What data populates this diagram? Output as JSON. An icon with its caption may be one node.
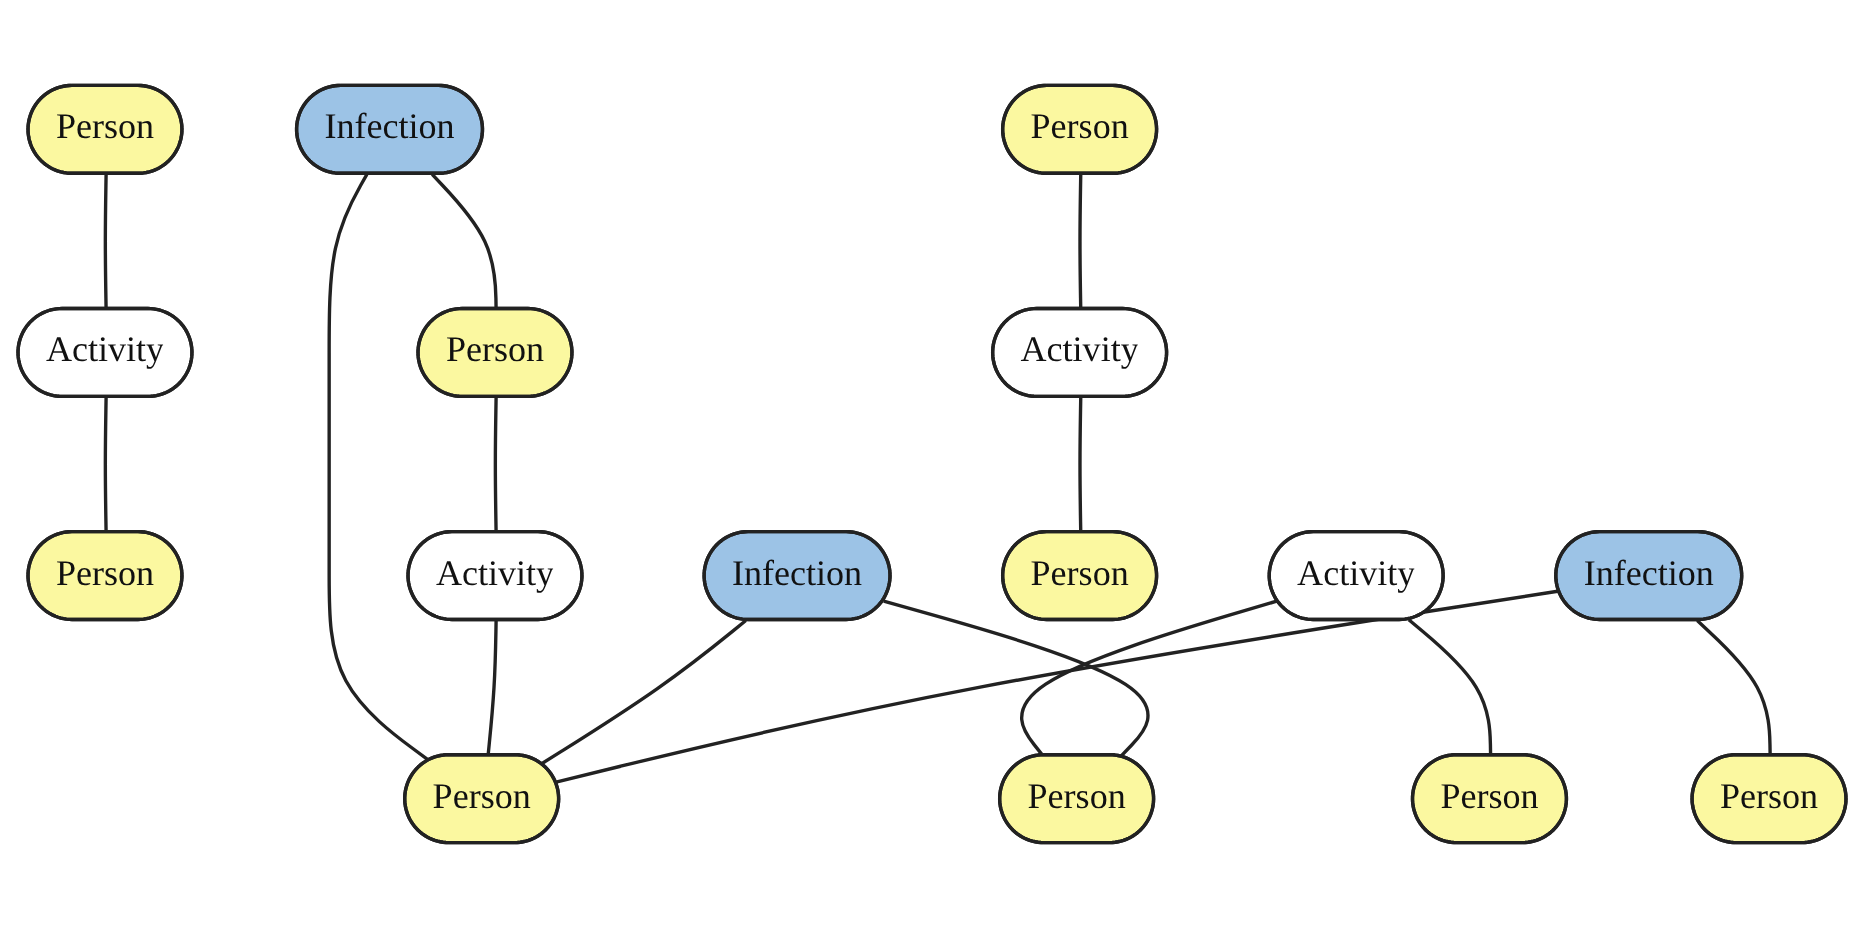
{
  "diagram": {
    "nodes": [
      {
        "text": [
          "Person"
        ]
      },
      {
        "text": [
          "Person"
        ]
      },
      {
        "text": [
          "Person"
        ]
      },
      {
        "text": [
          "Person"
        ]
      },
      {
        "text": [
          "Infection"
        ]
      },
      {
        "text": [
          "Activity"
        ]
      },
      {
        "text": [
          "Activity"
        ]
      },
      {
        "text": [
          "Person"
        ]
      },
      {
        "text": [
          "Activity"
        ]
      },
      {
        "text": [
          "Infection"
        ]
      },
      {
        "text": [
          "Activity"
        ]
      },
      {
        "text": [
          "Person"
        ]
      },
      {
        "text": [
          "Infection"
        ]
      },
      {
        "text": [
          "Person"
        ]
      },
      {
        "text": [
          "Person"
        ]
      },
      {
        "text": [
          "Person"
        ]
      }
    ],
    "edges": [
      {
        "from": 0,
        "to": 5,
        "arrow": "none"
      },
      {
        "from": 4,
        "to": 1,
        "arrow": "none"
      },
      {
        "from": 5,
        "to": 2,
        "arrow": "none"
      },
      {
        "from": 1,
        "to": 6,
        "arrow": "none"
      },
      {
        "from": 4,
        "to": 15,
        "arrow": "none"
      },
      {
        "from": 3,
        "to": 8,
        "arrow": "none"
      },
      {
        "from": 8,
        "to": 11,
        "arrow": "none"
      },
      {
        "from": 10,
        "to": 7,
        "arrow": "none"
      },
      {
        "from": 6,
        "to": 15,
        "arrow": "none"
      },
      {
        "from": 10,
        "to": 14,
        "arrow": "none"
      },
      {
        "from": 9,
        "to": 14,
        "arrow": "none"
      },
      {
        "from": 9,
        "to": 15,
        "arrow": "none"
      },
      {
        "from": 12,
        "to": 13,
        "arrow": "none"
      },
      {
        "from": 12,
        "to": 15,
        "arrow": "none"
      }
    ]
  }
}
